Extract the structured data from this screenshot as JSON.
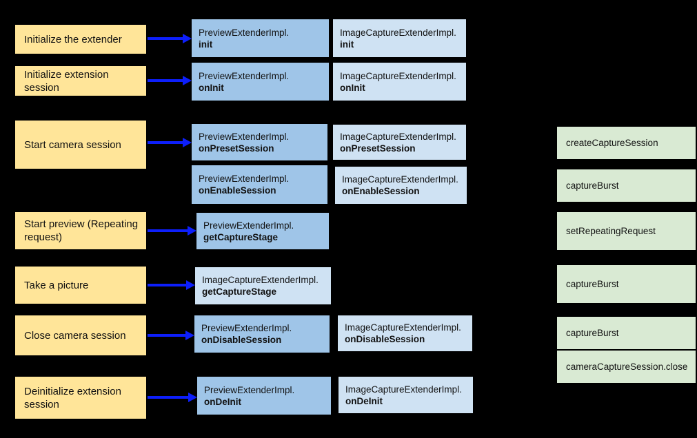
{
  "colors": {
    "background": "#000000",
    "step_fill": "#ffe599",
    "preview_fill": "#9fc5e8",
    "image_capture_fill": "#cfe2f3",
    "camera2_fill": "#d9ead3",
    "arrow": "#0d1ffb",
    "text": "#111111"
  },
  "steps": [
    {
      "label": "Initialize the extender"
    },
    {
      "label": "Initialize extension session"
    },
    {
      "label": "Start camera session"
    },
    {
      "label": "Start preview (Repeating request)"
    },
    {
      "label": "Take a picture"
    },
    {
      "label": "Close camera session"
    },
    {
      "label": "Deinitialize extension session"
    }
  ],
  "preview_boxes": [
    {
      "class_name": "PreviewExtenderImpl.",
      "method": "init"
    },
    {
      "class_name": "PreviewExtenderImpl.",
      "method": "onInit"
    },
    {
      "class_name": "PreviewExtenderImpl.",
      "method": "onPresetSession"
    },
    {
      "class_name": "PreviewExtenderImpl.",
      "method": "onEnableSession"
    },
    {
      "class_name": "PreviewExtenderImpl.",
      "method": "getCaptureStage"
    },
    {
      "class_name": "PreviewExtenderImpl.",
      "method": "onDisableSession"
    },
    {
      "class_name": "PreviewExtenderImpl.",
      "method": "onDeInit"
    }
  ],
  "image_capture_boxes": [
    {
      "class_name": "ImageCaptureExtenderImpl.",
      "method": "init"
    },
    {
      "class_name": "ImageCaptureExtenderImpl.",
      "method": "onInit"
    },
    {
      "class_name": "ImageCaptureExtenderImpl.",
      "method": "onPresetSession"
    },
    {
      "class_name": "ImageCaptureExtenderImpl.",
      "method": "onEnableSession"
    },
    {
      "class_name": "ImageCaptureExtenderImpl.",
      "method": "getCaptureStage"
    },
    {
      "class_name": "ImageCaptureExtenderImpl.",
      "method": "onDisableSession"
    },
    {
      "class_name": "ImageCaptureExtenderImpl.",
      "method": "onDeInit"
    }
  ],
  "camera2_boxes": [
    {
      "label": "createCaptureSession"
    },
    {
      "label": "captureBurst"
    },
    {
      "label": "setRepeatingRequest"
    },
    {
      "label": "captureBurst"
    },
    {
      "label": "captureBurst"
    },
    {
      "label": "cameraCaptureSession.close"
    }
  ]
}
